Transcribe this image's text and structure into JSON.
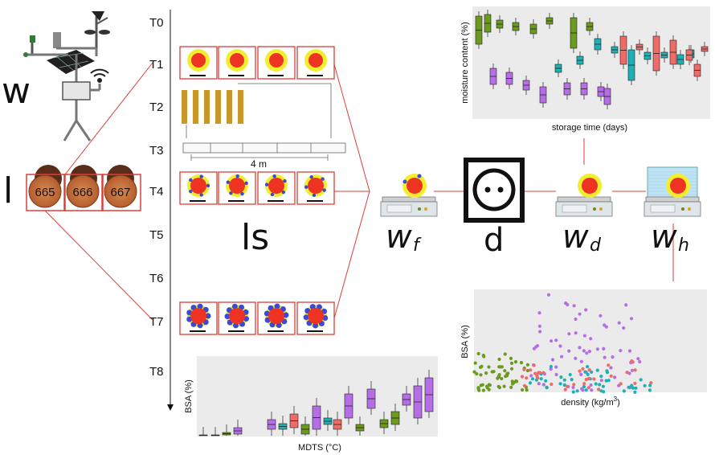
{
  "labels": {
    "weather_station": "w",
    "logs": "l",
    "log_slices": "ls",
    "fresh_weight": "w",
    "fresh_weight_sub": "f",
    "drying": "d",
    "dry_weight": "w",
    "dry_weight_sub": "d",
    "wet_weight": "w",
    "wet_weight_sub": "h"
  },
  "log_ids": [
    "665",
    "666",
    "667"
  ],
  "timeline": [
    "T0",
    "T1",
    "T2",
    "T3",
    "T4",
    "T5",
    "T6",
    "T7",
    "T8"
  ],
  "distance_label": "4 m",
  "charts": {
    "moisture": {
      "xlabel": "storage time (days)",
      "ylabel": "moisture content (%)"
    },
    "density": {
      "xlabel": "density (kg/m",
      "xlabel_sup": "3",
      "xlabel_end": ")",
      "ylabel": "BSA (%)"
    },
    "mdts": {
      "xlabel": "MDTS (°C)",
      "ylabel": "BSA (%)"
    }
  },
  "colors": {
    "red_frame": "#d9403a",
    "green": "#6b9a1e",
    "purple": "#b56ee6",
    "teal": "#1fb0b5",
    "salmon": "#ee6b66",
    "sapwood_yellow": "#f2ee2e",
    "heart_red": "#ee3322",
    "fungus_blue": "#3b4ad6",
    "log_brown": "#c8703c",
    "chart_bg": "#ebebeb"
  }
}
